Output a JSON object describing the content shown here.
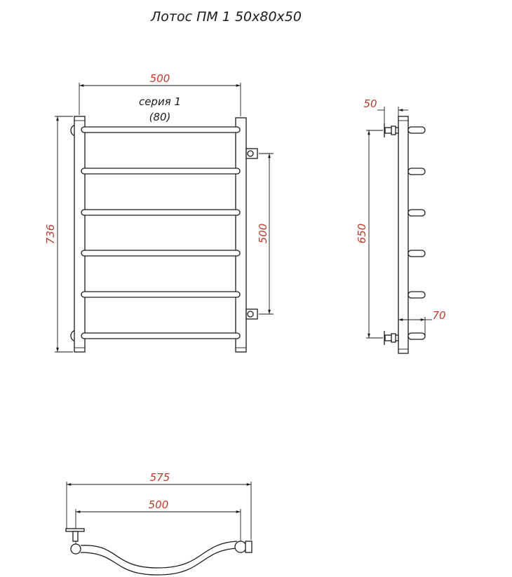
{
  "title": "Лотос ПМ 1  50x80x50",
  "series_label": "серия 1",
  "series_code": "(80)",
  "colors": {
    "line": "#1a1a1a",
    "dimension_text": "#c0392b"
  },
  "front_view": {
    "width_dim": "500",
    "height_dim": "736",
    "connection_dim": "500",
    "rungs": 6
  },
  "side_view": {
    "offset_dim": "50",
    "height_dim": "650",
    "depth_dim": "70",
    "rungs": 6
  },
  "top_view": {
    "overall_dim": "575",
    "center_dim": "500"
  }
}
